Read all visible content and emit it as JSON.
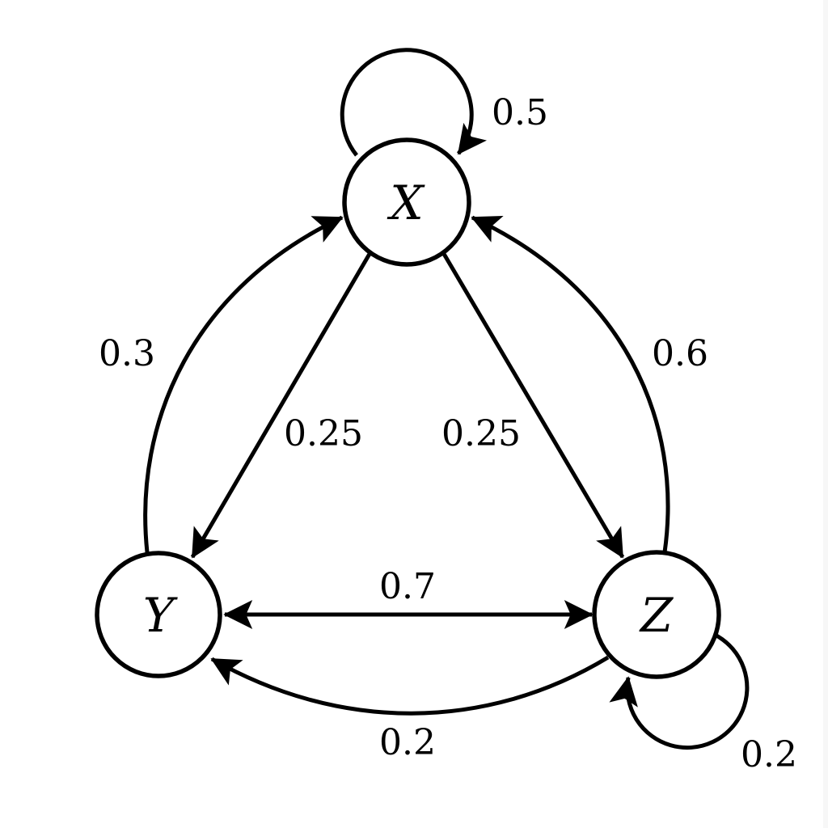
{
  "diagram": {
    "type": "markov-chain",
    "colors": {
      "stroke": "#000000",
      "background": "#ffffff"
    },
    "nodes": {
      "x": {
        "label": "X"
      },
      "y": {
        "label": "Y"
      },
      "z": {
        "label": "Z"
      }
    },
    "edges": {
      "x_to_x": {
        "from": "X",
        "to": "X",
        "weight": "0.5"
      },
      "y_to_x": {
        "from": "Y",
        "to": "X",
        "weight": "0.3"
      },
      "z_to_x": {
        "from": "Z",
        "to": "X",
        "weight": "0.6"
      },
      "x_to_y": {
        "from": "X",
        "to": "Y",
        "weight": "0.25"
      },
      "x_to_z": {
        "from": "X",
        "to": "Z",
        "weight": "0.25"
      },
      "y_z_bidirectional": {
        "from": "Y",
        "to": "Z",
        "weight": "0.7"
      },
      "z_to_y": {
        "from": "Z",
        "to": "Y",
        "weight": "0.2"
      },
      "z_to_z": {
        "from": "Z",
        "to": "Z",
        "weight": "0.2"
      }
    }
  }
}
